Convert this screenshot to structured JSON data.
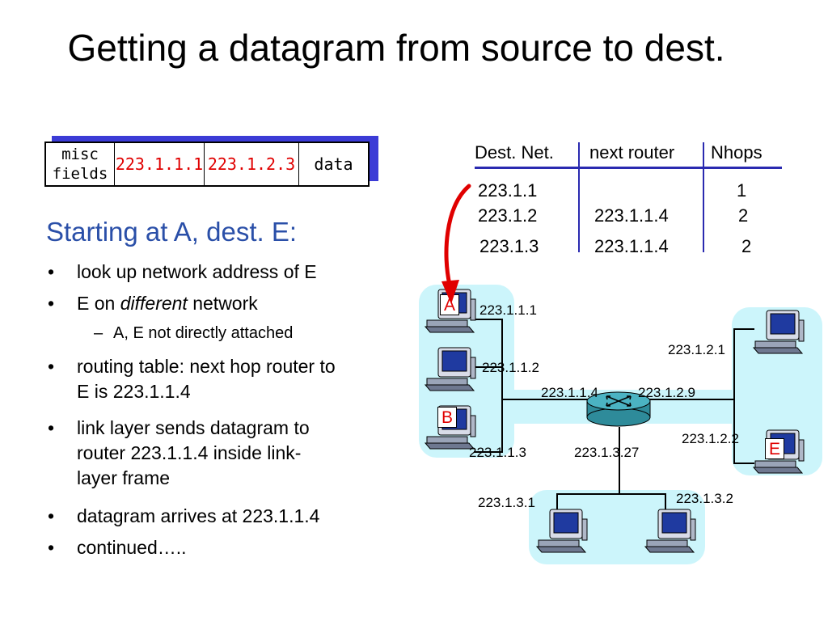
{
  "title": "Getting a datagram from source to dest.",
  "datagram": {
    "misc": "misc\nfields",
    "src": "223.1.1.1",
    "dst": "223.1.2.3",
    "data": "data"
  },
  "routing_table": {
    "headers": [
      "Dest. Net.",
      "next router",
      "Nhops"
    ],
    "rows": [
      [
        "223.1.1",
        "",
        "1"
      ],
      [
        "223.1.2",
        "223.1.1.4",
        "2"
      ],
      [
        "223.1.3",
        "223.1.1.4",
        "2"
      ]
    ]
  },
  "text": {
    "heading": "Starting at A, dest. E:",
    "b1": "look up network address of E",
    "b2_pre": "E on ",
    "b2_em": "different",
    "b2_post": " network",
    "b2_sub": "A, E not directly attached",
    "b3_l1": "routing table: next hop router to",
    "b3_l2": "E is 223.1.1.4",
    "b4_l1": "link layer sends datagram to",
    "b4_l2": "router 223.1.1.4 inside link-",
    "b4_l3": "layer frame",
    "b5": "datagram arrives at 223.1.1.4",
    "b6": "continued…..",
    "bullet": "•",
    "dash": "–"
  },
  "network": {
    "host_labels": {
      "a": "A",
      "b": "B",
      "e": "E"
    },
    "ips": {
      "a": "223.1.1.1",
      "h112": "223.1.1.2",
      "r114": "223.1.1.4",
      "r129": "223.1.2.9",
      "h121": "223.1.2.1",
      "e": "223.1.2.2",
      "b": "223.1.1.3",
      "r327": "223.1.3.27",
      "h31": "223.1.3.1",
      "h32": "223.1.3.2"
    }
  },
  "colors": {
    "heading": "#2a4fa8",
    "accent_red": "#e00000",
    "lan": "#ccf5fb",
    "router": "#2e8b9a"
  }
}
